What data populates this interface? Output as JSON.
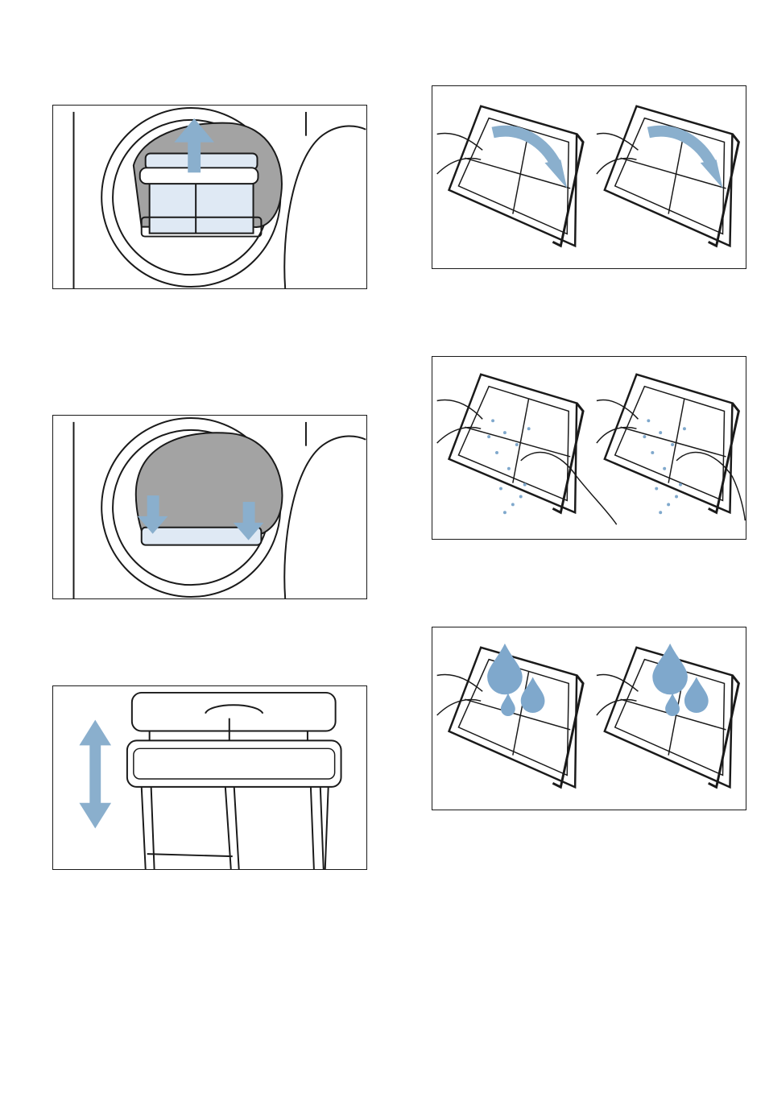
{
  "colors": {
    "outline": "#1a1a1a",
    "arrow": "#8aafcd",
    "filter_fill": "#dfe9f4",
    "cavity": "#a3a3a3",
    "water": "#7fa8cc"
  },
  "illustrations": [
    {
      "id": "remove-filter",
      "icons": [
        "arrow-up-icon"
      ]
    },
    {
      "id": "clean-fluff-area",
      "icons": [
        "arrow-down-icon",
        "arrow-down-icon"
      ]
    },
    {
      "id": "separate-filter-parts",
      "icons": [
        "arrow-up-down-icon"
      ]
    },
    {
      "id": "open-fine-filter",
      "icons": [
        "curved-arrow-icon",
        "curved-arrow-icon"
      ]
    },
    {
      "id": "remove-fluff-by-hand",
      "icons": [
        "hand-icon",
        "fluff-particles-icon"
      ]
    },
    {
      "id": "rinse-under-water",
      "icons": [
        "water-drop-icon",
        "water-drop-icon"
      ]
    }
  ]
}
